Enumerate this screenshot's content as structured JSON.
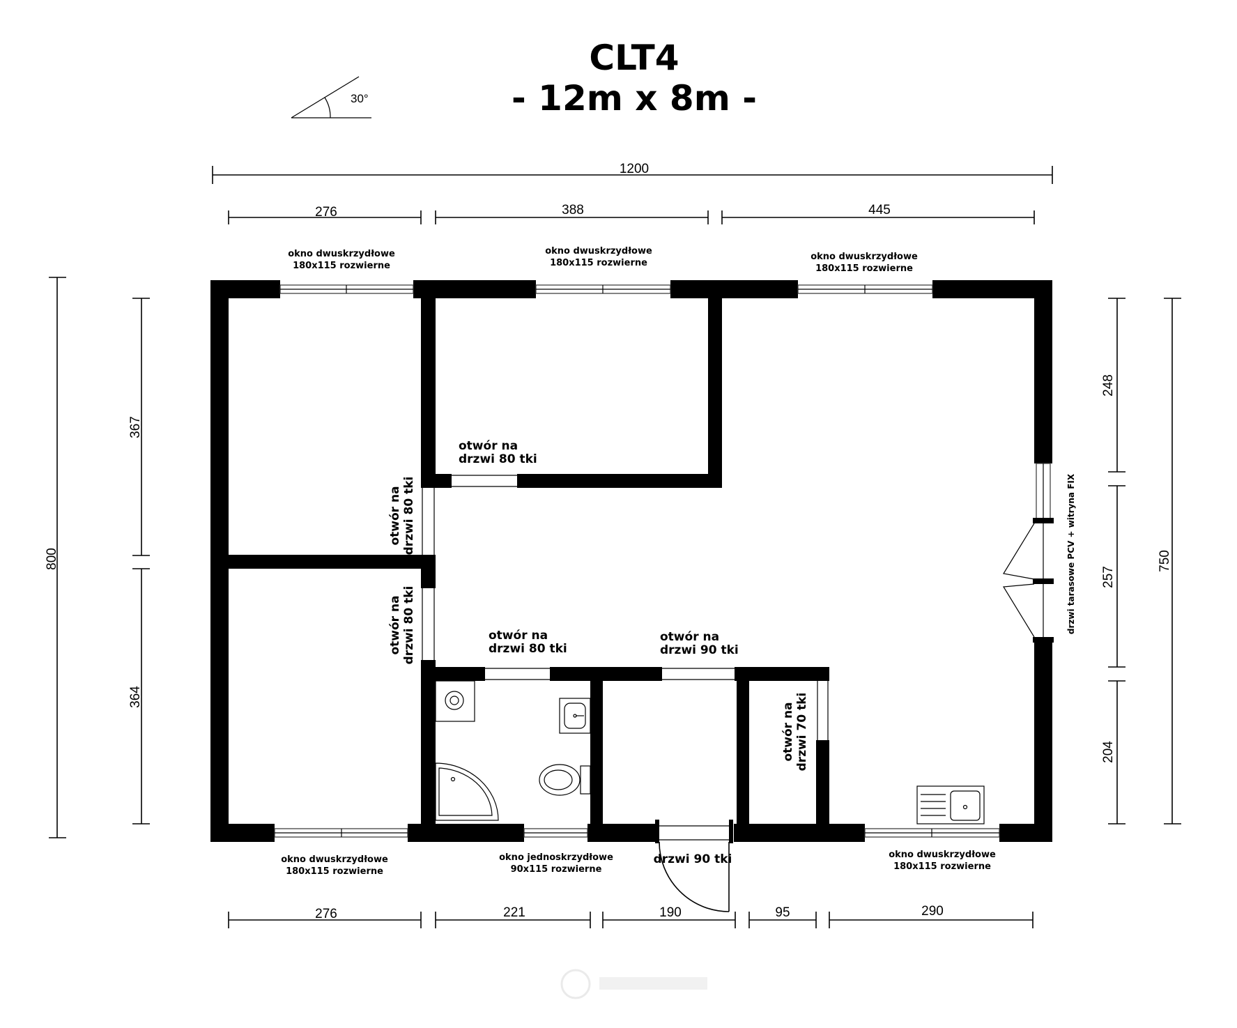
{
  "title": {
    "line1": "CLT4",
    "line2": "- 12m x 8m -"
  },
  "roof_angle": "30°",
  "dimensions": {
    "top_total": "1200",
    "top": [
      "276",
      "388",
      "445"
    ],
    "bottom": [
      "276",
      "221",
      "190",
      "95",
      "290"
    ],
    "left_total": "800",
    "left": [
      "367",
      "364"
    ],
    "right_total": "750",
    "right": [
      "248",
      "257",
      "204"
    ]
  },
  "windows": {
    "top_left": {
      "line1": "okno dwuskrzydłowe",
      "line2": "180x115 rozwierne"
    },
    "top_mid": {
      "line1": "okno dwuskrzydłowe",
      "line2": "180x115 rozwierne"
    },
    "top_right": {
      "line1": "okno dwuskrzydłowe",
      "line2": "180x115 rozwierne"
    },
    "bottom_left": {
      "line1": "okno dwuskrzydłowe",
      "line2": "180x115 rozwierne"
    },
    "bottom_mid": {
      "line1": "okno jednoskrzydłowe",
      "line2": "90x115 rozwierne"
    },
    "bottom_right": {
      "line1": "okno dwuskrzydłowe",
      "line2": "180x115 rozwierne"
    }
  },
  "openings": {
    "room2": {
      "line1": "otwór na",
      "line2": "drzwi 80 tki"
    },
    "room1_vertical": {
      "line1": "otwór na",
      "line2": "drzwi 80 tki"
    },
    "room3_vertical": {
      "line1": "otwór na",
      "line2": "drzwi 80 tki"
    },
    "bathroom": {
      "line1": "otwór na",
      "line2": "drzwi 80 tki"
    },
    "hall": {
      "line1": "otwór na",
      "line2": "drzwi 90 tki"
    },
    "closet_vertical": {
      "line1": "otwór na",
      "line2": "drzwi 70 tki"
    }
  },
  "entrance_door": "drzwi 90 tki",
  "terrace_door": "drzwi tarasowe PCV + witryna FIX",
  "colors": {
    "wall": "#000000",
    "background": "#ffffff"
  }
}
